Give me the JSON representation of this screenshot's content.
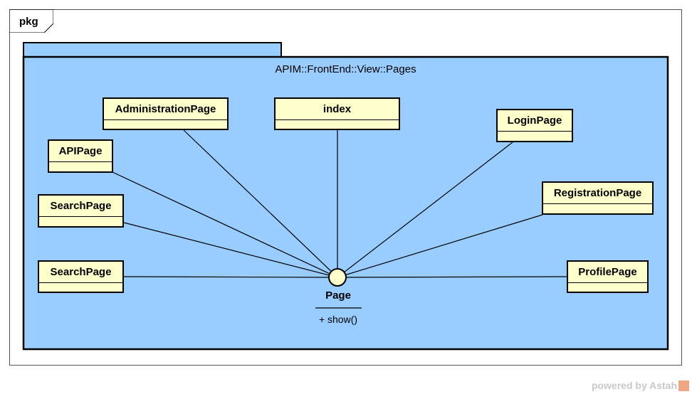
{
  "frame": {
    "label": "pkg"
  },
  "package": {
    "name": "APIM::FrontEnd::View::Pages",
    "fill": "#99ccff"
  },
  "interface": {
    "name": "Page",
    "operation": "+ show()"
  },
  "classes": [
    {
      "id": "administration",
      "name": "AdministrationPage"
    },
    {
      "id": "index",
      "name": "index"
    },
    {
      "id": "login",
      "name": "LoginPage"
    },
    {
      "id": "api",
      "name": "APIPage"
    },
    {
      "id": "registration",
      "name": "RegistrationPage"
    },
    {
      "id": "search1",
      "name": "SearchPage"
    },
    {
      "id": "search2",
      "name": "SearchPage"
    },
    {
      "id": "profile",
      "name": "ProfilePage"
    }
  ],
  "colors": {
    "class_fill": "#ffffcc",
    "interface_fill": "#ffffcc"
  },
  "footer": {
    "text": "powered by Astah"
  }
}
